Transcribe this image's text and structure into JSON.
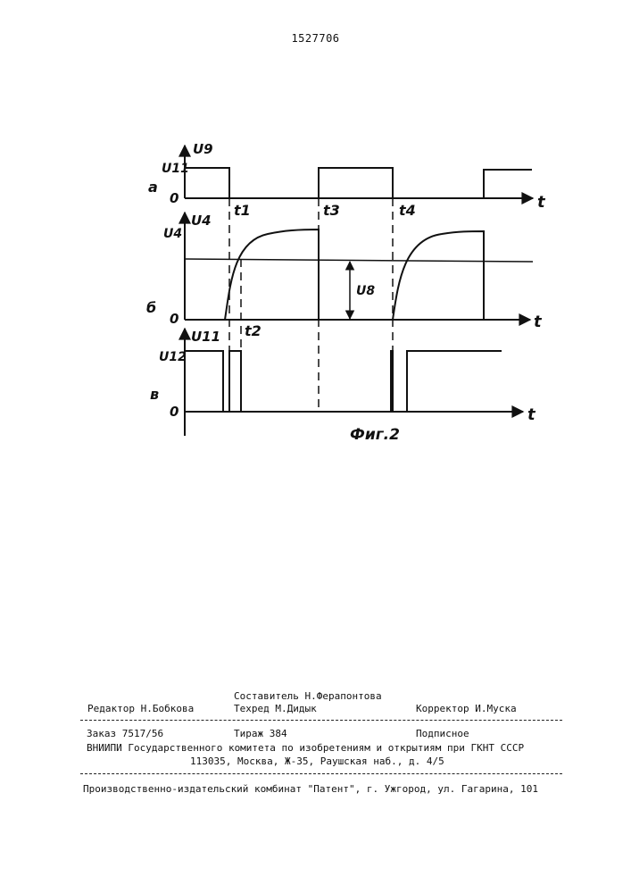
{
  "page_number": "1527706",
  "figure": {
    "caption": "Фиг.2",
    "axis_variable": "t",
    "zero": "0",
    "panels": {
      "a": {
        "letter": "а",
        "axis_label": "U9",
        "level_label": "U11"
      },
      "b": {
        "letter": "б",
        "axis_label": "U4",
        "level_label": "U4",
        "threshold_label": "U8"
      },
      "v": {
        "letter": "в",
        "axis_label": "U11",
        "level_label": "U12"
      }
    },
    "time_marks": [
      "t1",
      "t2",
      "t3",
      "t4"
    ]
  },
  "imprint": {
    "editor": "Редактор Н.Бобкова",
    "compiler": "Составитель Н.Ферапонтова",
    "techred": "Техред М.Дидык",
    "corrector": "Корректор И.Муска",
    "order": "Заказ 7517/56",
    "circulation": "Тираж 384",
    "subscription": "Подписное",
    "org": "ВНИИПИ Государственного комитета по изобретениям и открытиям при ГКНТ СССР",
    "address": "113035, Москва, Ж-35, Раушская наб., д. 4/5",
    "publisher": "Производственно-издательский комбинат \"Патент\", г. Ужгород, ул. Гагарина, 101"
  }
}
